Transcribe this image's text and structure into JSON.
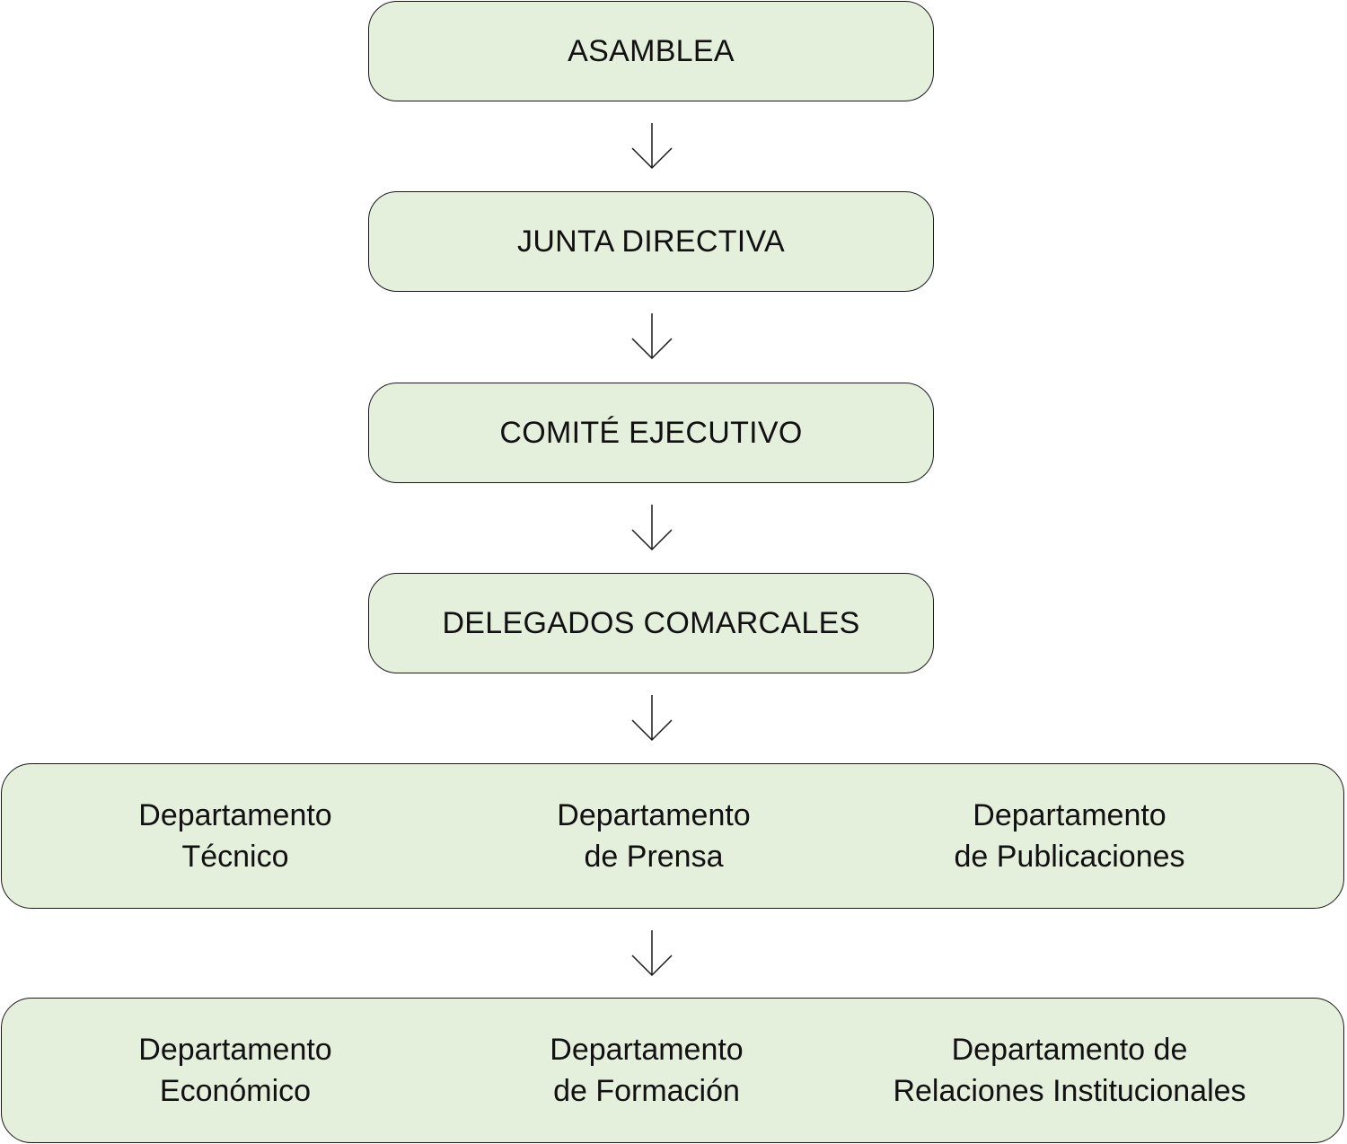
{
  "levels": [
    {
      "label": "ASAMBLEA"
    },
    {
      "label": "JUNTA DIRECTIVA"
    },
    {
      "label": "COMITÉ EJECUTIVO"
    },
    {
      "label": "DELEGADOS COMARCALES"
    }
  ],
  "departments_row1": [
    {
      "line1": "Departamento",
      "line2": "Técnico"
    },
    {
      "line1": "Departamento",
      "line2": "de Prensa"
    },
    {
      "line1": "Departamento",
      "line2": "de Publicaciones"
    }
  ],
  "departments_row2": [
    {
      "line1": "Departamento",
      "line2": "Económico"
    },
    {
      "line1": "Departamento",
      "line2": "de Formación"
    },
    {
      "line1": "Departamento de",
      "line2": "Relaciones Institucionales"
    }
  ],
  "colors": {
    "box_fill": "#e5f0dc",
    "border": "#1a1a1a"
  },
  "icons": [
    "arrow-down-icon"
  ]
}
